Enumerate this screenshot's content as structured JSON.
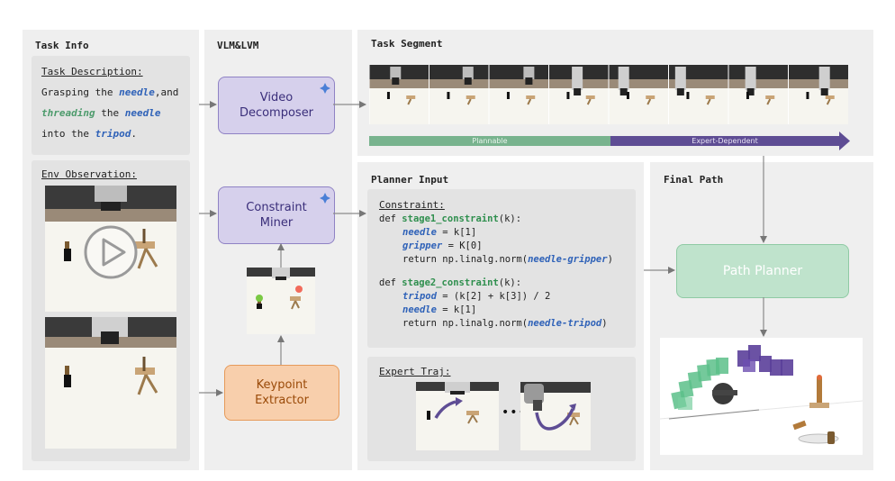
{
  "task_info": {
    "title": "Task Info",
    "description_label": "Task Description:",
    "description_lines": [
      {
        "pre": "Grasping the ",
        "kw": "needle",
        "post": ",and"
      },
      {
        "kw": "threading",
        "post": " the ",
        "kw2": "needle"
      },
      {
        "pre": "into the ",
        "kw": "tripod",
        "post": "."
      }
    ],
    "env_label": "Env Observation:"
  },
  "vlm": {
    "title": "VLM&LVM",
    "video_decomposer": [
      "Video",
      "Decomposer"
    ],
    "constraint_miner": [
      "Constraint",
      "Miner"
    ],
    "keypoint_extractor": [
      "Keypoint",
      "Extractor"
    ]
  },
  "task_segment": {
    "title": "Task Segment",
    "plannable": "Plannable",
    "expert_dependent": "Expert-Dependent",
    "colors": {
      "plannable": "#78b38e",
      "expert": "#5e4d94"
    }
  },
  "planner_input": {
    "title": "Planner Input",
    "constraint_label": "Constraint:",
    "code": {
      "s1_def_pre": "def ",
      "s1_fn": "stage1_constraint",
      "s1_def_post": "(k):",
      "s1_l1_var": "needle",
      "s1_l1_rest": " = k[1]",
      "s1_l2_var": "gripper",
      "s1_l2_rest": " = K[0]",
      "s1_l3_pre": "return np.linalg.norm(",
      "s1_l3_var": "needle-gripper",
      "s1_l3_post": ")",
      "s2_def_pre": "def ",
      "s2_fn": "stage2_constraint",
      "s2_def_post": "(k):",
      "s2_l1_var": "tripod",
      "s2_l1_rest": " = (k[2] + k[3]) / 2",
      "s2_l2_var": "needle",
      "s2_l2_rest": " = k[1]",
      "s2_l3_pre": "return np.linalg.norm(",
      "s2_l3_var": "needle-tripod",
      "s2_l3_post": ")"
    },
    "expert_label": "Expert Traj:",
    "ellipsis": "•••"
  },
  "final_path": {
    "title": "Final Path",
    "path_planner": "Path Planner"
  }
}
